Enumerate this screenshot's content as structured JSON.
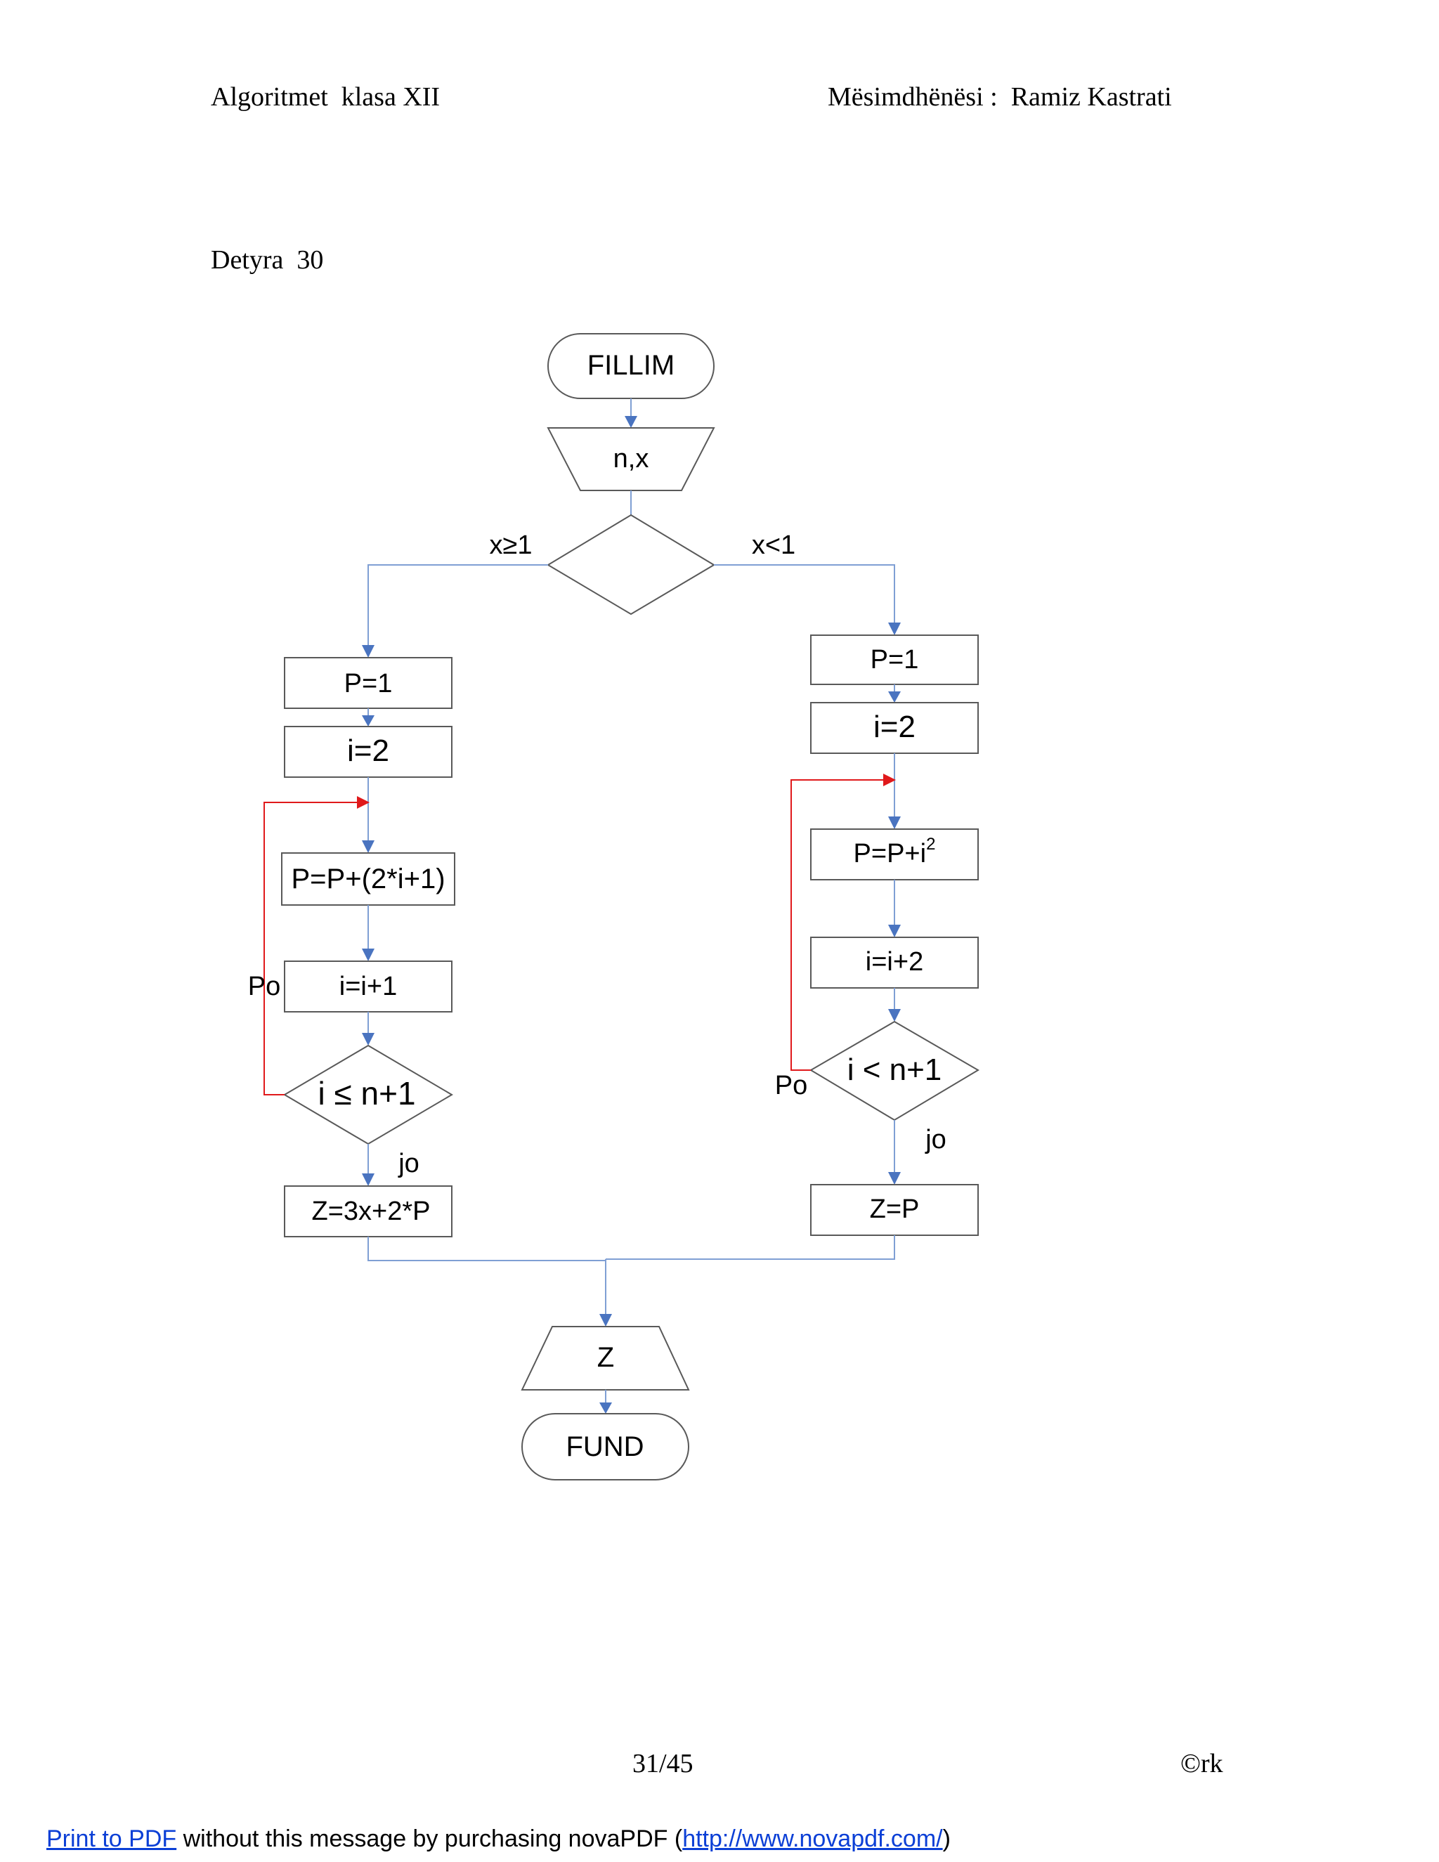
{
  "header": {
    "left": "Algoritmet  klasa XII",
    "right": "Mësimdhënësi :  Ramiz Kastrati"
  },
  "task_title": "Detyra  30",
  "flowchart": {
    "start": "FILLIM",
    "input": "n,x",
    "branch_left": "x≥1",
    "branch_right": "x<1",
    "left": {
      "init_p": "P=1",
      "init_i": "i=2",
      "update_p": "P=P+(2*i+1)",
      "increment": "i=i+1",
      "condition": "i ≤ n+1",
      "yes": "Po",
      "no": "jo",
      "result": "Z=3x+2*P"
    },
    "right": {
      "init_p": "P=1",
      "init_i": "i=2",
      "update_p_base": "P=P+i",
      "update_p_exp": "2",
      "increment": "i=i+2",
      "condition": "i < n+1",
      "yes": "Po",
      "no": "jo",
      "result": "Z=P"
    },
    "output": "Z",
    "end": "FUND"
  },
  "page_number": "31/45",
  "copyright": "©rk",
  "footer": {
    "link1": "Print to PDF",
    "middle": " without this message by purchasing novaPDF (",
    "link2": "http://www.novapdf.com/",
    "end": ")"
  },
  "colors": {
    "connector": "#7f9fd4",
    "arrowhead": "#4a74c0",
    "loop": "#e0191b",
    "link": "#0b3fd6"
  }
}
